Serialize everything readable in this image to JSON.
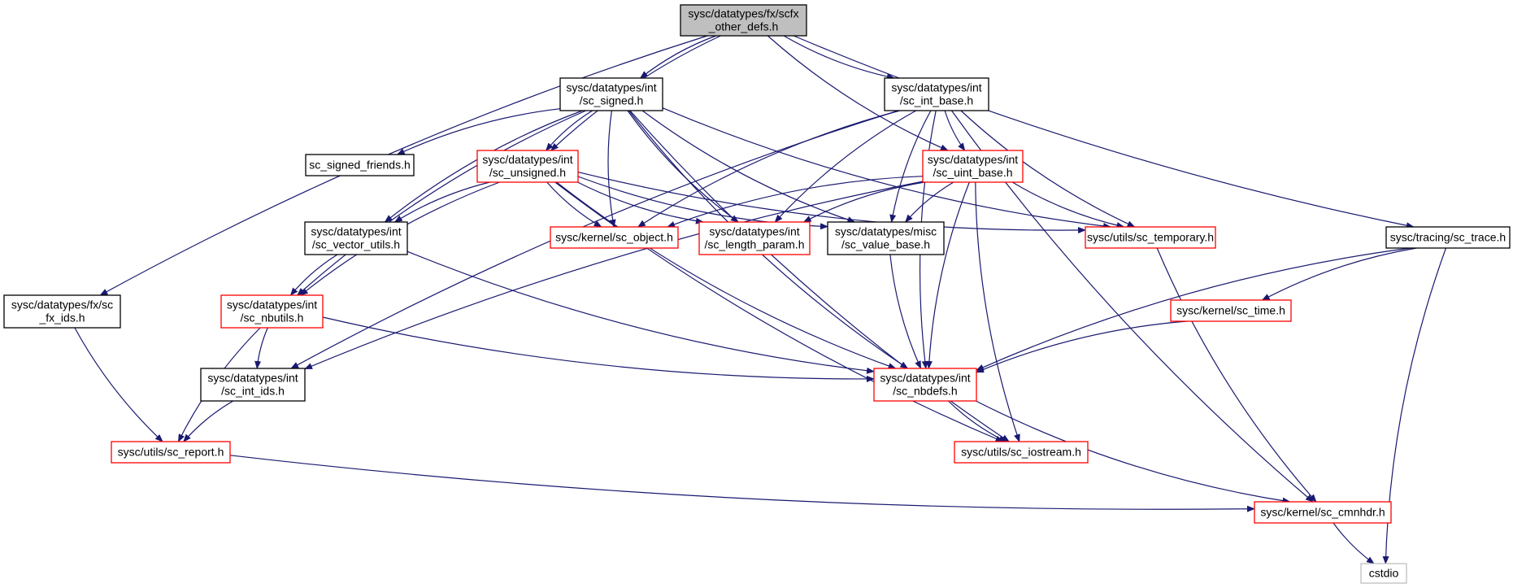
{
  "diagram": {
    "colors": {
      "edge": "#191970",
      "root_fill": "#bfbfbf",
      "normal_border": "#000000",
      "truncated_border": "#ff0000",
      "leaf_border": "#bfbfbf",
      "node_fill": "#ffffff"
    },
    "nodes": [
      {
        "id": "scfx_other_defs",
        "kind": "root",
        "lines": [
          "sysc/datatypes/fx/scfx",
          "_other_defs.h"
        ]
      },
      {
        "id": "sc_signed",
        "kind": "normal",
        "lines": [
          "sysc/datatypes/int",
          "/sc_signed.h"
        ]
      },
      {
        "id": "sc_int_base",
        "kind": "normal",
        "lines": [
          "sysc/datatypes/int",
          "/sc_int_base.h"
        ]
      },
      {
        "id": "sc_signed_friends",
        "kind": "normal",
        "lines": [
          "sc_signed_friends.h"
        ]
      },
      {
        "id": "sc_unsigned",
        "kind": "truncated",
        "lines": [
          "sysc/datatypes/int",
          "/sc_unsigned.h"
        ]
      },
      {
        "id": "sc_uint_base",
        "kind": "truncated",
        "lines": [
          "sysc/datatypes/int",
          "/sc_uint_base.h"
        ]
      },
      {
        "id": "sc_vector_utils",
        "kind": "normal",
        "lines": [
          "sysc/datatypes/int",
          "/sc_vector_utils.h"
        ]
      },
      {
        "id": "sc_object",
        "kind": "truncated",
        "lines": [
          "sysc/kernel/sc_object.h"
        ]
      },
      {
        "id": "sc_length_param",
        "kind": "truncated",
        "lines": [
          "sysc/datatypes/int",
          "/sc_length_param.h"
        ]
      },
      {
        "id": "sc_value_base",
        "kind": "normal",
        "lines": [
          "sysc/datatypes/misc",
          "/sc_value_base.h"
        ]
      },
      {
        "id": "sc_temporary",
        "kind": "truncated",
        "lines": [
          "sysc/utils/sc_temporary.h"
        ]
      },
      {
        "id": "sc_trace",
        "kind": "normal",
        "lines": [
          "sysc/tracing/sc_trace.h"
        ]
      },
      {
        "id": "sc_fx_ids",
        "kind": "normal",
        "lines": [
          "sysc/datatypes/fx/sc",
          "_fx_ids.h"
        ]
      },
      {
        "id": "sc_nbutils",
        "kind": "truncated",
        "lines": [
          "sysc/datatypes/int",
          "/sc_nbutils.h"
        ]
      },
      {
        "id": "sc_time",
        "kind": "truncated",
        "lines": [
          "sysc/kernel/sc_time.h"
        ]
      },
      {
        "id": "sc_int_ids",
        "kind": "normal",
        "lines": [
          "sysc/datatypes/int",
          "/sc_int_ids.h"
        ]
      },
      {
        "id": "sc_nbdefs",
        "kind": "truncated",
        "lines": [
          "sysc/datatypes/int",
          "/sc_nbdefs.h"
        ]
      },
      {
        "id": "sc_report",
        "kind": "truncated",
        "lines": [
          "sysc/utils/sc_report.h"
        ]
      },
      {
        "id": "sc_iostream",
        "kind": "truncated",
        "lines": [
          "sysc/utils/sc_iostream.h"
        ]
      },
      {
        "id": "sc_cmnhdr",
        "kind": "truncated",
        "lines": [
          "sysc/kernel/sc_cmnhdr.h"
        ]
      },
      {
        "id": "cstdio",
        "kind": "leaf",
        "lines": [
          "cstdio"
        ]
      }
    ],
    "edges": [
      [
        "scfx_other_defs",
        "sc_signed"
      ],
      [
        "scfx_other_defs",
        "sc_int_base"
      ],
      [
        "scfx_other_defs",
        "sc_unsigned"
      ],
      [
        "scfx_other_defs",
        "sc_uint_base"
      ],
      [
        "scfx_other_defs",
        "sc_fx_ids"
      ],
      [
        "scfx_other_defs",
        "sc_trace"
      ],
      [
        "sc_signed",
        "sc_signed_friends"
      ],
      [
        "sc_signed",
        "sc_unsigned"
      ],
      [
        "sc_signed",
        "sc_vector_utils"
      ],
      [
        "sc_signed",
        "sc_object"
      ],
      [
        "sc_signed",
        "sc_length_param"
      ],
      [
        "sc_signed",
        "sc_value_base"
      ],
      [
        "sc_signed",
        "sc_temporary"
      ],
      [
        "sc_signed",
        "sc_nbutils"
      ],
      [
        "sc_signed",
        "sc_nbdefs"
      ],
      [
        "sc_signed",
        "sc_iostream"
      ],
      [
        "sc_int_base",
        "sc_uint_base"
      ],
      [
        "sc_int_base",
        "sc_object"
      ],
      [
        "sc_int_base",
        "sc_length_param"
      ],
      [
        "sc_int_base",
        "sc_value_base"
      ],
      [
        "sc_int_base",
        "sc_temporary"
      ],
      [
        "sc_int_base",
        "sc_nbdefs"
      ],
      [
        "sc_int_base",
        "sc_cmnhdr"
      ],
      [
        "sc_int_base",
        "sc_int_ids"
      ],
      [
        "sc_unsigned",
        "sc_vector_utils"
      ],
      [
        "sc_unsigned",
        "sc_object"
      ],
      [
        "sc_unsigned",
        "sc_length_param"
      ],
      [
        "sc_unsigned",
        "sc_value_base"
      ],
      [
        "sc_unsigned",
        "sc_temporary"
      ],
      [
        "sc_unsigned",
        "sc_nbutils"
      ],
      [
        "sc_unsigned",
        "sc_nbdefs"
      ],
      [
        "sc_unsigned",
        "sc_iostream"
      ],
      [
        "sc_uint_base",
        "sc_object"
      ],
      [
        "sc_uint_base",
        "sc_length_param"
      ],
      [
        "sc_uint_base",
        "sc_value_base"
      ],
      [
        "sc_uint_base",
        "sc_temporary"
      ],
      [
        "sc_uint_base",
        "sc_nbdefs"
      ],
      [
        "sc_uint_base",
        "sc_iostream"
      ],
      [
        "sc_uint_base",
        "sc_int_ids"
      ],
      [
        "sc_vector_utils",
        "sc_nbutils"
      ],
      [
        "sc_vector_utils",
        "sc_nbdefs"
      ],
      [
        "sc_value_base",
        "sc_nbdefs"
      ],
      [
        "sc_temporary",
        "sc_cmnhdr"
      ],
      [
        "sc_trace",
        "sc_time"
      ],
      [
        "sc_trace",
        "sc_nbdefs"
      ],
      [
        "sc_trace",
        "cstdio"
      ],
      [
        "sc_fx_ids",
        "sc_report"
      ],
      [
        "sc_nbutils",
        "sc_int_ids"
      ],
      [
        "sc_nbutils",
        "sc_report"
      ],
      [
        "sc_nbutils",
        "sc_nbdefs"
      ],
      [
        "sc_time",
        "sc_nbdefs"
      ],
      [
        "sc_int_ids",
        "sc_report"
      ],
      [
        "sc_nbdefs",
        "sc_iostream"
      ],
      [
        "sc_nbdefs",
        "sc_cmnhdr"
      ],
      [
        "sc_report",
        "sc_cmnhdr"
      ],
      [
        "sc_cmnhdr",
        "cstdio"
      ]
    ]
  }
}
